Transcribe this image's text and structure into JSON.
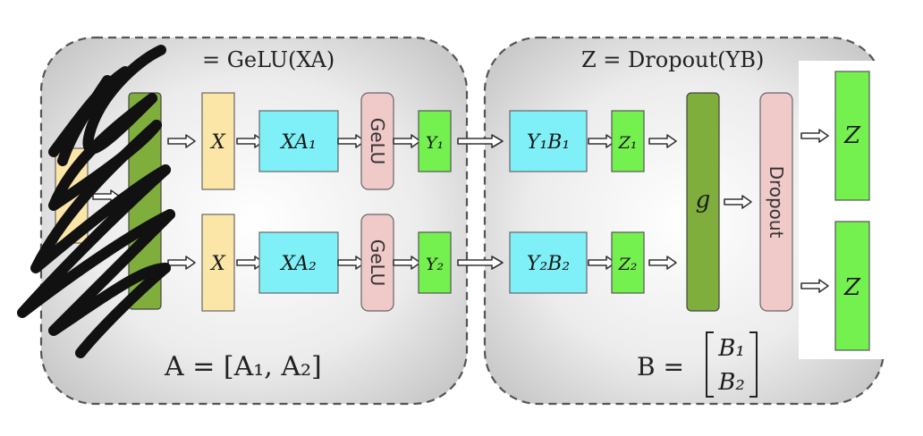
{
  "colors": {
    "x_box": "#fbe6a8",
    "xa_box": "#7ff0f7",
    "gelu_box": "#f0c9c9",
    "y_box": "#74f04f",
    "g_box": "#7fae3c",
    "panel_bg": "#d9d9d9",
    "scribble": "#111111"
  },
  "left_panel": {
    "title": "= GeLU(XA)",
    "footer": "A = [A₁, A₂]",
    "x_top": "X",
    "x_bottom": "X",
    "xa_top": "XA₁",
    "xa_bottom": "XA₂",
    "gelu_top": "GeLU",
    "gelu_bottom": "GeLU",
    "y_top": "Y₁",
    "y_bottom": "Y₂"
  },
  "right_panel": {
    "title": "Z = Dropout(YB)",
    "footer_lhs": "B =",
    "footer_b1": "B₁",
    "footer_b2": "B₂",
    "yb_top": "Y₁B₁",
    "yb_bottom": "Y₂B₂",
    "z_top": "Z₁",
    "z_bottom": "Z₂",
    "g_label": "g",
    "dropout_label": "Dropout",
    "out_top": "Z",
    "out_bottom": "Z"
  }
}
